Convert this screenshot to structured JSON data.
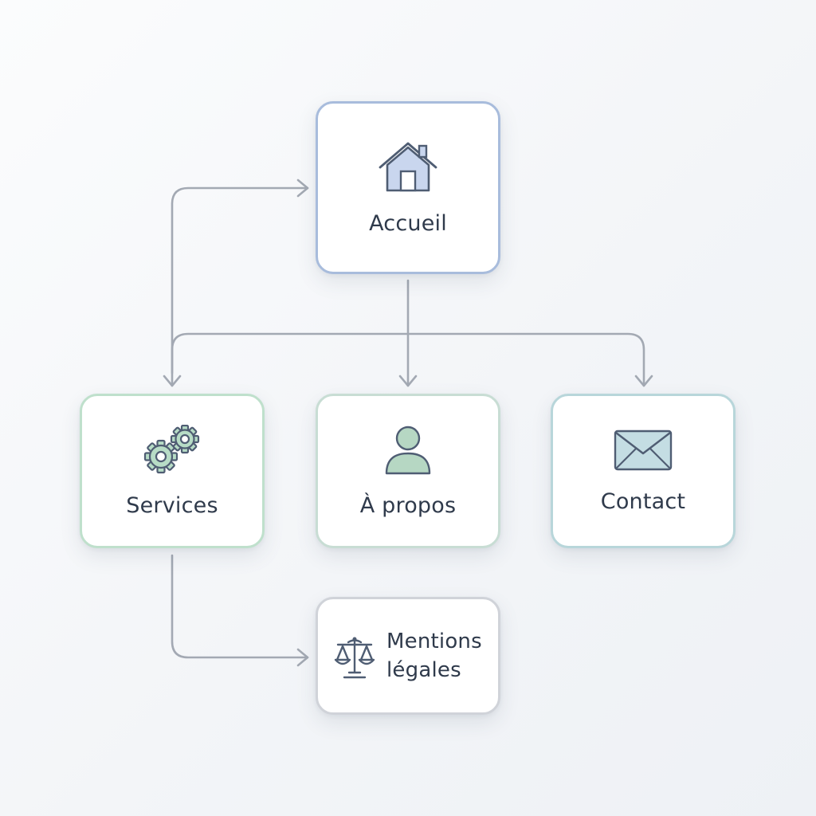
{
  "nodes": {
    "accueil": {
      "label": "Accueil",
      "icon": "house-icon"
    },
    "services": {
      "label": "Services",
      "icon": "gears-icon"
    },
    "apropos": {
      "label": "À propos",
      "icon": "person-icon"
    },
    "contact": {
      "label": "Contact",
      "icon": "envelope-icon"
    },
    "mentions": {
      "label_line1": "Mentions",
      "label_line2": "légales",
      "icon": "scales-icon"
    }
  },
  "colors": {
    "connector": "#a3a9b3",
    "accueil_border": "#a8bcdc",
    "services_border": "#bfe0cc",
    "apropos_border": "#c8ddd4",
    "contact_border": "#b8d6da",
    "mentions_border": "#d0d3d9",
    "text": "#2f3a4b"
  }
}
